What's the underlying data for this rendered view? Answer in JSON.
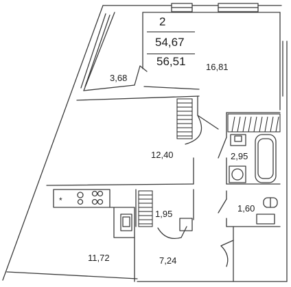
{
  "apartment": {
    "rooms": "2",
    "living_area": "54,67",
    "total_area": "56,51"
  },
  "rooms": {
    "balcony": "3,68",
    "living_room": "16,81",
    "bedroom": "12,40",
    "bathroom": "2,95",
    "wc": "1,60",
    "closet": "1,95",
    "kitchen": "11,72",
    "hallway": "7,24"
  },
  "colors": {
    "wall": "#3a3a3a",
    "hatch": "#222222",
    "background": "#ffffff"
  },
  "icons": {
    "stove": "stove-icon",
    "sink": "sink-icon",
    "bathtub": "bathtub-icon",
    "toilet": "toilet-icon",
    "radiator": "radiator-icon"
  }
}
